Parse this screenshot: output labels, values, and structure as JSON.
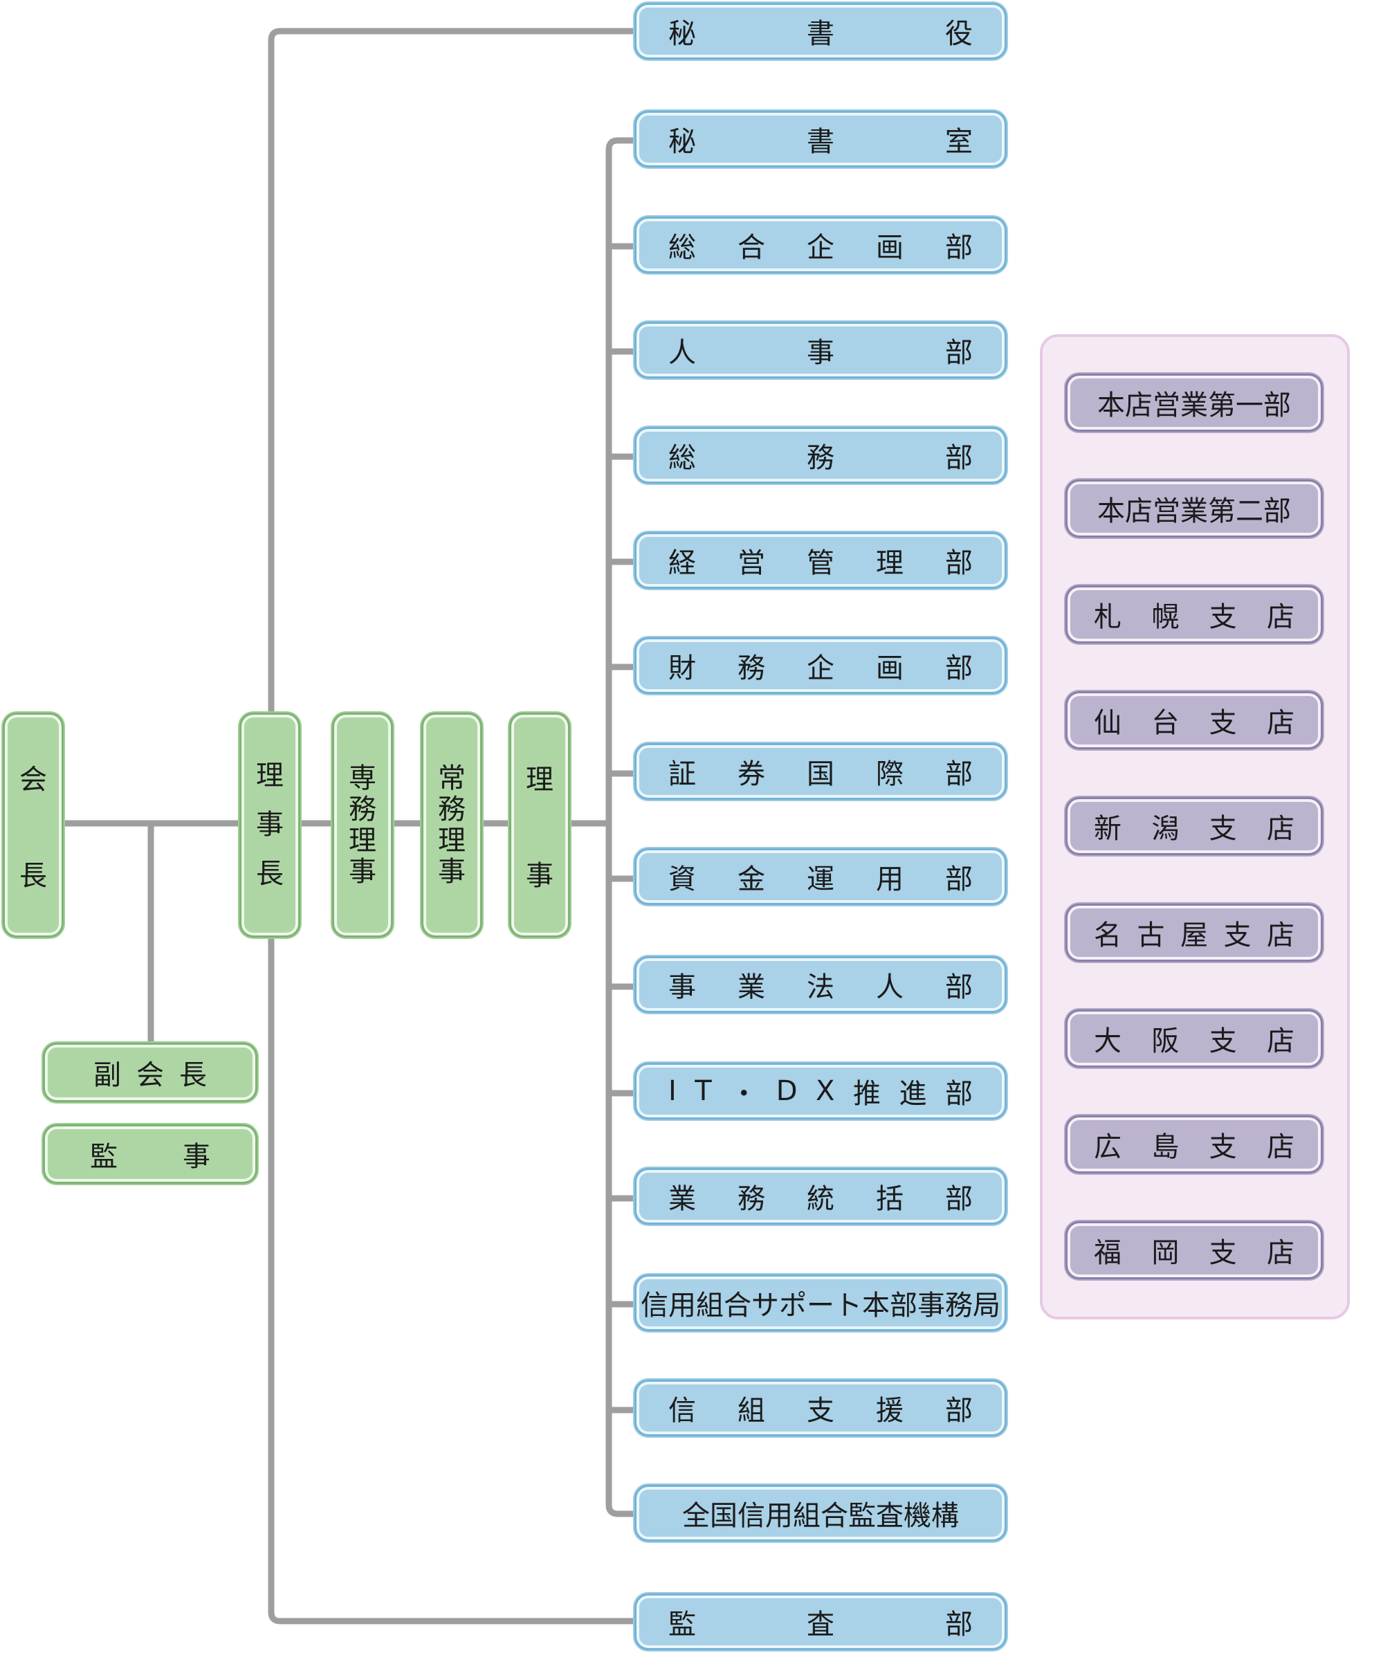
{
  "colors": {
    "connector": "#9e9e9e",
    "executive": "#aed6a5",
    "department": "#a9d1e7",
    "branch": "#bcb3cf",
    "branch_panel": "#f5eaf4"
  },
  "executives": {
    "chairman": [
      "会",
      "長"
    ],
    "president": [
      "理",
      "事",
      "長"
    ],
    "senior_managing_director": [
      "専",
      "務",
      "理",
      "事"
    ],
    "managing_director": [
      "常",
      "務",
      "理",
      "事"
    ],
    "director": [
      "理",
      "事"
    ],
    "vice_chairman": [
      "副",
      "会",
      "長"
    ],
    "auditor": [
      "監",
      "事"
    ]
  },
  "departments": [
    [
      "秘",
      "書",
      "役"
    ],
    [
      "秘",
      "書",
      "室"
    ],
    [
      "総",
      "合",
      "企",
      "画",
      "部"
    ],
    [
      "人",
      "事",
      "部"
    ],
    [
      "総",
      "務",
      "部"
    ],
    [
      "経",
      "営",
      "管",
      "理",
      "部"
    ],
    [
      "財",
      "務",
      "企",
      "画",
      "部"
    ],
    [
      "証",
      "券",
      "国",
      "際",
      "部"
    ],
    [
      "資",
      "金",
      "運",
      "用",
      "部"
    ],
    [
      "事",
      "業",
      "法",
      "人",
      "部"
    ],
    [
      "I",
      "T",
      "・",
      "D",
      "X",
      "推",
      "進",
      "部"
    ],
    [
      "業",
      "務",
      "統",
      "括",
      "部"
    ],
    [
      "信用組合サポート本部事務局"
    ],
    [
      "信",
      "組",
      "支",
      "援",
      "部"
    ],
    [
      "全国信用組合監査機構"
    ],
    [
      "監",
      "査",
      "部"
    ]
  ],
  "branches": [
    [
      "本店営業第一部"
    ],
    [
      "本店営業第二部"
    ],
    [
      "札",
      "幌",
      "支",
      "店"
    ],
    [
      "仙",
      "台",
      "支",
      "店"
    ],
    [
      "新",
      "潟",
      "支",
      "店"
    ],
    [
      "名",
      "古",
      "屋",
      "支",
      "店"
    ],
    [
      "大",
      "阪",
      "支",
      "店"
    ],
    [
      "広",
      "島",
      "支",
      "店"
    ],
    [
      "福",
      "岡",
      "支",
      "店"
    ]
  ]
}
